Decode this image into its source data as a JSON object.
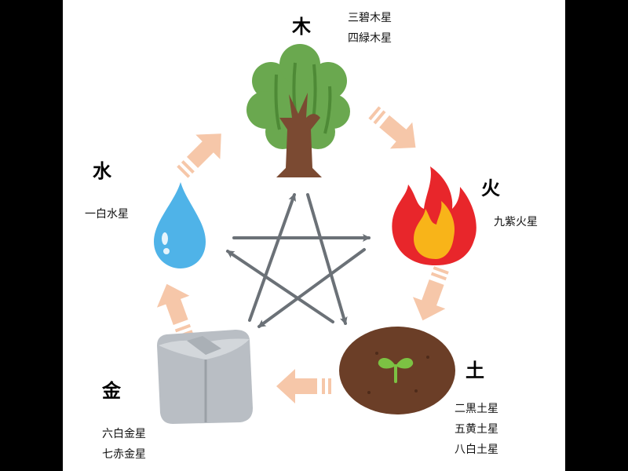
{
  "elements": {
    "wood": {
      "label": "木",
      "stars": [
        "三碧木星",
        "四緑木星"
      ]
    },
    "fire": {
      "label": "火",
      "stars": [
        "九紫火星"
      ]
    },
    "earth": {
      "label": "土",
      "stars": [
        "二黒土星",
        "五黄土星",
        "八白土星"
      ]
    },
    "metal": {
      "label": "金",
      "stars": [
        "六白金星",
        "七赤金星"
      ]
    },
    "water": {
      "label": "水",
      "stars": [
        "一白水星"
      ]
    }
  },
  "colors": {
    "generating_arrow": "#f6c7a9",
    "controlling_arrow": "#6b7177",
    "wood_leaf": "#6aa84f",
    "wood_trunk": "#7b4a32",
    "fire_outer": "#e8262b",
    "fire_inner": "#f8b419",
    "water_drop": "#4fb3e8",
    "metal_block": "#b9bec4",
    "earth_soil": "#6b3e27",
    "sprout": "#7cc243"
  }
}
